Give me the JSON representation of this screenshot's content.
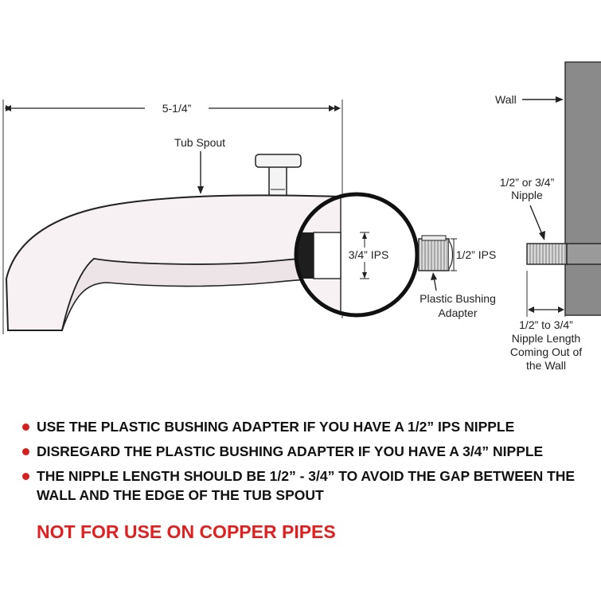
{
  "diagram": {
    "dimension_width": "5-1/4”",
    "tub_spout_label": "Tub Spout",
    "spout_ips_label": "3/4” IPS",
    "adapter_ips_label": "1/2” IPS",
    "adapter_label": [
      "Plastic Bushing",
      "Adapter"
    ],
    "wall_label": "Wall",
    "nipple_label": [
      "1/2” or 3/4”",
      "Nipple"
    ],
    "nipple_length_label": [
      "1/2” to 3/4”",
      "Nipple Length",
      "Coming Out of",
      "the Wall"
    ]
  },
  "notes": [
    "USE THE PLASTIC BUSHING ADAPTER IF YOU HAVE A 1/2” IPS NIPPLE",
    "DISREGARD THE PLASTIC BUSHING ADAPTER IF YOU HAVE A 3/4” NIPPLE",
    "THE NIPPLE LENGTH SHOULD BE 1/2” - 3/4” TO AVOID THE GAP BETWEEN THE WALL AND THE EDGE OF THE TUB SPOUT"
  ],
  "warning": "NOT FOR USE ON COPPER PIPES",
  "colors": {
    "bullet": "#d42020",
    "warning": "#e02020",
    "wall": "#8a8a8a"
  }
}
